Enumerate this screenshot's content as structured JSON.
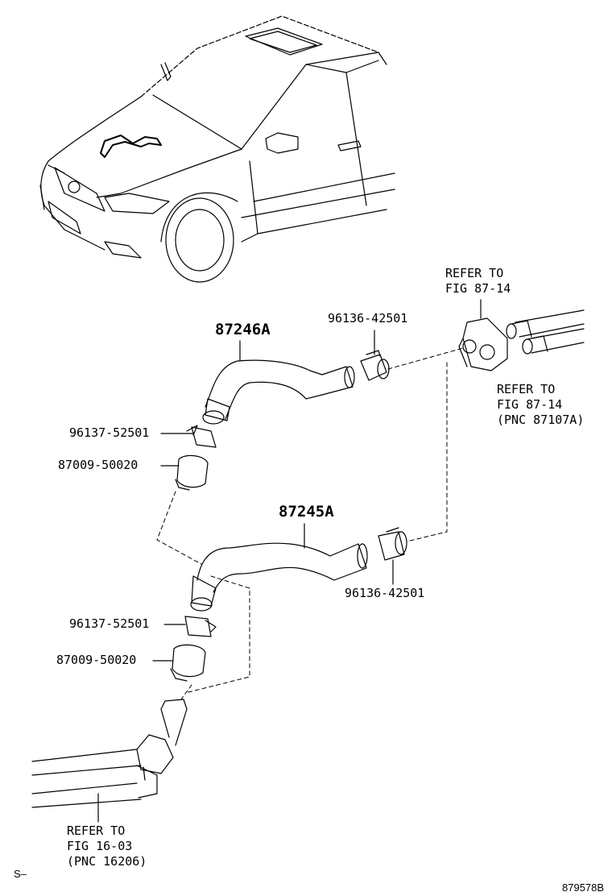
{
  "labels": {
    "refer_top_1": "REFER TO",
    "refer_top_2": "FIG 87-14",
    "part_96136_top": "96136-42501",
    "part_87246A": "87246A",
    "refer_right_1": "REFER TO",
    "refer_right_2": "FIG 87-14",
    "refer_right_3": "(PNC 87107A)",
    "part_96137_upper": "96137-52501",
    "part_87009_upper": "87009-50020",
    "part_87245A": "87245A",
    "part_96136_lower": "96136-42501",
    "part_96137_lower": "96137-52501",
    "part_87009_lower": "87009-50020",
    "refer_bottom_1": "REFER TO",
    "refer_bottom_2": "FIG 16-03",
    "refer_bottom_3": "(PNC 16206)",
    "corner_mark": "S–",
    "figure_id": "879578B"
  },
  "colors": {
    "line": "#000000",
    "background": "#ffffff"
  }
}
